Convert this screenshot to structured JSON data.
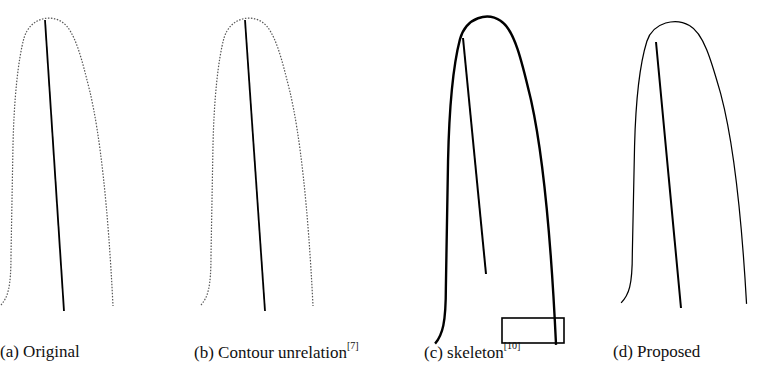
{
  "diagram": {
    "labels": [
      "(a) Original",
      "(b) Contour unrelation",
      "[7]",
      "(c) skeleton",
      "[10]",
      "(d) Proposed"
    ]
  }
}
